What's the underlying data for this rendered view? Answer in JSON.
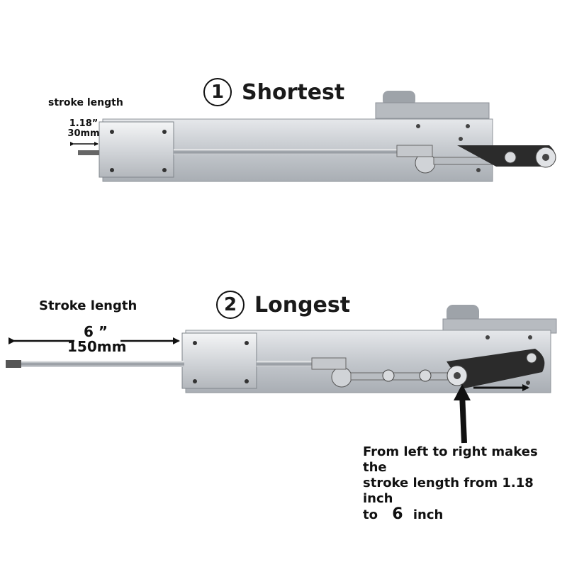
{
  "section1": {
    "number": "1",
    "title": "Shortest",
    "stroke_label": "stroke length",
    "dim_inch": "1.18”",
    "dim_mm": "30mm"
  },
  "section2": {
    "number": "2",
    "title": "Longest",
    "stroke_label": "Stroke length",
    "dim_inch": "6 ”",
    "dim_mm": "150mm"
  },
  "caption": {
    "line1": "From left to right makes the",
    "line2": "stroke length from 1.18 inch",
    "line3_prefix": "to",
    "line3_value": "6",
    "line3_suffix": "inch"
  },
  "colors": {
    "aluminum": "#c9cdd2",
    "aluminum_dark": "#9aa0a6",
    "rod": "#b8bcc2",
    "arm": "#2b2b2b",
    "text": "#111111"
  }
}
